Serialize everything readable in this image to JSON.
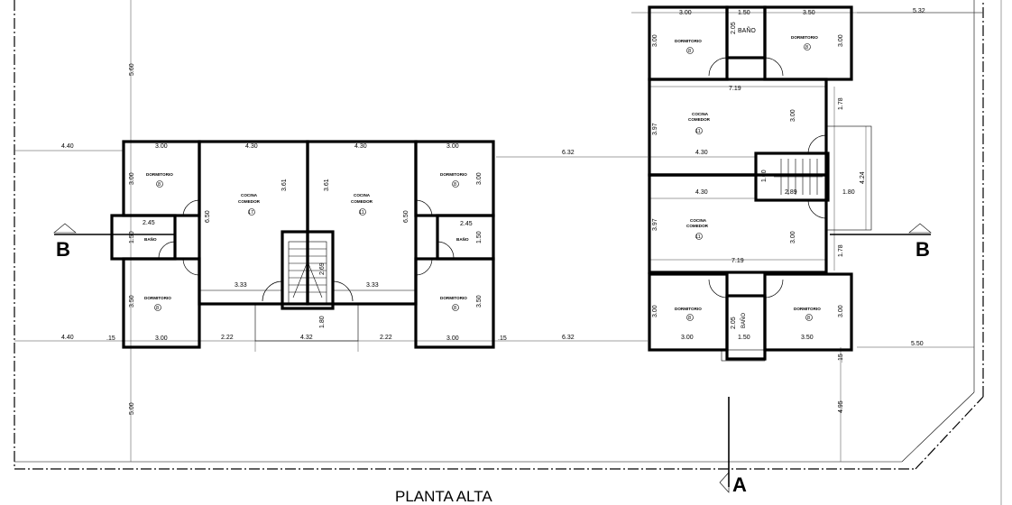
{
  "title": "PLANTA ALTA",
  "sections": {
    "a": "A",
    "b_left": "B",
    "b_right": "B"
  },
  "rooms": {
    "dormitorio": "DORMITORIO",
    "bano": "BAÑO",
    "cocina_comedor": "COCINA COMEDOR",
    "cocina_line1": "COCINA",
    "cocina_line2": "COMEDOR",
    "num_dorm": "8",
    "num_cocina": "11",
    "num_cocina_alt": "17"
  },
  "dims": {
    "d300": "3.00",
    "d350": "3.50",
    "d430": "4.30",
    "d150": "1.50",
    "d532": "5.32",
    "d550": "5.50",
    "d560": "5.60",
    "d500": "5.00",
    "d440": "4.40",
    "d632": "6.32",
    "d650": "6.50",
    "d361": "3.61",
    "d245": "2.45",
    "d333": "3.33",
    "d222": "2.22",
    "d432": "4.32",
    "d180": "1.80",
    "d269": "2.69",
    "d015": ".15",
    "d205": "2.05",
    "d719": "7.19",
    "d178": "1.78",
    "d397": "3.97",
    "d424": "4.24",
    "d160": "1.60",
    "d289": "2.89",
    "d495": "4.95"
  }
}
